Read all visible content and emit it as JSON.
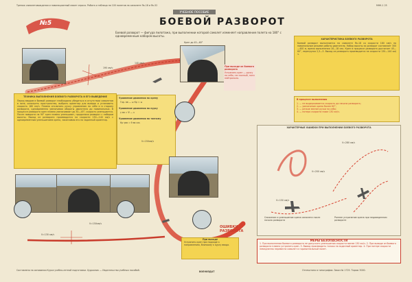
{
  "header": {
    "top_line": "Тренаж самолетовождения и навигационный макет спроса. Работа и таблица на 100 полетов на самолете Як-18 и Як-52",
    "code": "МНК-1 25",
    "stamp": "УЧЕБНОЕ ПОСОБИЕ",
    "title": "БОЕВОЙ РАЗВОРОТ",
    "badge": "№5",
    "intro": "Боевой разворот — фигура пилотажа, при выполнении которой самолет изменяет направление полета на 180° с одновременным набором высоты."
  },
  "speeds": {
    "s190": "190 км/ч",
    "s140": "140 км/ч",
    "s130": "V=130 км/ч",
    "s150a": "V=150км/ч",
    "s150b": "V=150км/ч",
    "s150c": "V=150 км/ч",
    "s200": "V=200 км/ч",
    "s280": "V=280 км/ч"
  },
  "left_box": {
    "title": "ТЕХНИКА ВЫПОЛНЕНИЯ БОЕВОГО РАЗВОРОТА И ЕГО ВЫВЕДЕНИЕ",
    "body": "Перед вводом в боевой разворот необходимо убедиться в отсутствии самолетов в зоне, осмотреть пространство, выбрать ориентир для вывода и установить скорость 180 км/ч. Плавно отклонить ручку управления на себя и в сторону разворота, одновременно увеличивая обороты двигателя до номинальных. В процессе разворота крен плавно увеличивают до 30—45°, скорость уменьшается. После поворота на 90° крен плавно уменьшают, продолжая разворот с набором высоты. Выход из разворота производится на скорости 130—140 км/ч с одновременным уменьшением крена, заканчивая его на заданный ориентир."
  },
  "center_box": {
    "h1": "Уравнение движения по крену",
    "h2": "Уравнение движения по курсу",
    "h3": "Уравнение движения по тангажу",
    "f1": "Гор. вв — ω Кр ≈ ω",
    "f2": "γ вв = Ψ — ν",
    "f3": "Кр γвв = θ вв cos"
  },
  "crew_view": {
    "label": "Крен до 45—60°"
  },
  "pink_note": {
    "title": "При выходе из боевого разворота",
    "body": "Устранить крен — ручку на себя, газ полный, ноги нейтрально."
  },
  "right_top": {
    "title": "ХАРАКТЕРИСТИКА БОЕВОГО РАЗВОРОТА",
    "body": "Боевой разворот выполняется на самолете Як-18 со скорости 180 км/ч на номинальном режиме работы двигателя. Набор высоты за разворот составляет 300—400 м, время выполнения 16—18 сек. Крен в процессе разворота достигает 45—60°, перегрузка 2,5—3. Выход из разворота производится на скорости 130—140 км/ч."
  },
  "errors_box": {
    "title": "В процессе выполнения",
    "items": [
      "1. — не выдерживается скорость до начала разворота;",
      "2. — увеличение крена более 60°;",
      "3. — резкое взятие ручки на себя;",
      "4. — потеря скорости ниже 130 км/ч."
    ]
  },
  "typical_errors": {
    "title": "ХАРАКТЕРНЫЕ ОШИБКИ ПРИ ВЫПОЛНЕНИИ БОЕВОГО РАЗВОРОТА",
    "caption_left": "Снижение и уменьшение крена самолета после начала разворота",
    "caption_right": "Раннее устранение крена при недоведенном развороте"
  },
  "curve_label": "ОШИБКИ РАЗВОРОТА",
  "bottom_note": {
    "title": "При выходе",
    "body": "Устранить крен при подходе к направлению, близкому к курсу ввода."
  },
  "rules": {
    "title": "МЕРЫ БЕЗОПАСНОСТИ",
    "body": "1. При выполнении боевого разворота не допускать уменьшения скорости менее 130 км/ч. 2. При выводе из боевого разворота плавно устранять крен. 3. Вывод производить только на заданный ориентир. 4. При потере скорости немедленно перевести самолет в горизонтальный полет."
  },
  "footer": {
    "left": "Составлено на основании Курса учебно-летной подготовки. Художник — Издательство учебных пособий.",
    "mid": "ВОЕНИЗДАТ",
    "right": "Отпечатано в типографии. Заказ № 1725. Тираж 3000."
  }
}
